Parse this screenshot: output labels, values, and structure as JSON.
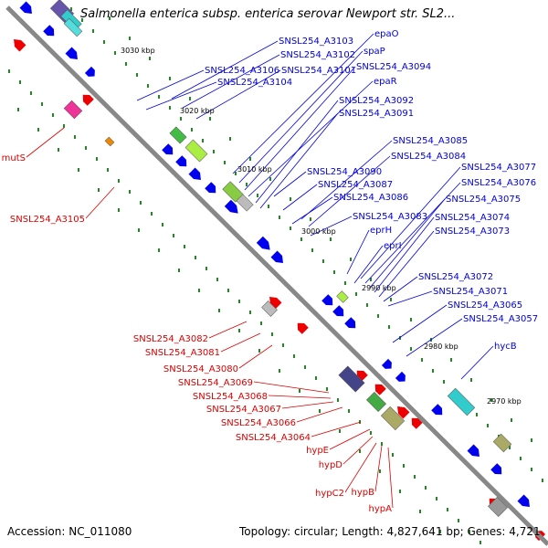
{
  "title": "Salmonella enterica subsp. enterica serovar Newport str. SL2...",
  "accession": "Accession: NC_011080",
  "topology": "Topology: circular; Length: 4,827,641 bp; Genes: 4,721",
  "colors": {
    "forward_label": "#0000dd",
    "reverse_label": "#dd0000",
    "forward_gene": "#0000ee",
    "reverse_gene": "#ee0000",
    "backbone": "#888888",
    "tick": "#228822"
  },
  "kbp_labels": [
    "3030 kbp",
    "3020 kbp",
    "3010 kbp",
    "3000 kbp",
    "2990 kbp",
    "2980 kbp",
    "2970 kbp"
  ],
  "forward_labels": [
    "SNSL254_A3103",
    "SNSL254_A3102",
    "SNSL254_A3101",
    "SNSL254_A3106",
    "SNSL254_A3104",
    "epaO",
    "spaP",
    "SNSL254_A3094",
    "epaR",
    "SNSL254_A3092",
    "SNSL254_A3091",
    "SNSL254_A3085",
    "SNSL254_A3084",
    "SNSL254_A3090",
    "SNSL254_A3087",
    "SNSL254_A3086",
    "SNSL254_A3083",
    "eprH",
    "eprI",
    "SNSL254_A3077",
    "SNSL254_A3076",
    "SNSL254_A3075",
    "SNSL254_A3074",
    "SNSL254_A3073",
    "SNSL254_A3072",
    "SNSL254_A3071",
    "SNSL254_A3065",
    "SNSL254_A3057",
    "hycB"
  ],
  "reverse_labels": [
    "mutS",
    "SNSL254_A3105",
    "SNSL254_A3082",
    "SNSL254_A3081",
    "SNSL254_A3080",
    "SNSL254_A3069",
    "SNSL254_A3068",
    "SNSL254_A3067",
    "SNSL254_A3066",
    "SNSL254_A3064",
    "hypE",
    "hypD",
    "hypC2",
    "hypB",
    "hypA"
  ]
}
